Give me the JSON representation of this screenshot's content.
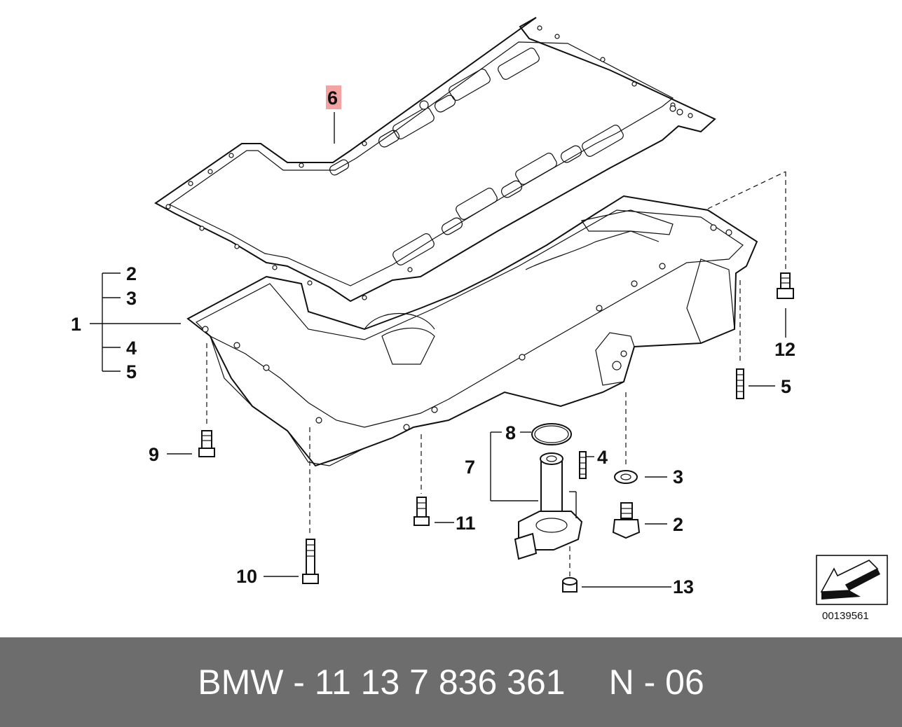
{
  "diagram": {
    "callouts": [
      {
        "id": "c1",
        "label": "1"
      },
      {
        "id": "c2a",
        "label": "2"
      },
      {
        "id": "c3a",
        "label": "3"
      },
      {
        "id": "c4a",
        "label": "4"
      },
      {
        "id": "c5a",
        "label": "5"
      },
      {
        "id": "c6",
        "label": "6",
        "highlighted": true
      },
      {
        "id": "c12",
        "label": "12"
      },
      {
        "id": "c5b",
        "label": "5"
      },
      {
        "id": "c9",
        "label": "9"
      },
      {
        "id": "c8",
        "label": "8"
      },
      {
        "id": "c7",
        "label": "7"
      },
      {
        "id": "c4b",
        "label": "4"
      },
      {
        "id": "c3b",
        "label": "3"
      },
      {
        "id": "c2b",
        "label": "2"
      },
      {
        "id": "c11",
        "label": "11"
      },
      {
        "id": "c10",
        "label": "10"
      },
      {
        "id": "c13",
        "label": "13"
      }
    ],
    "reference_number": "00139561",
    "highlight_color": "#f4a3a3"
  },
  "footer": {
    "brand_part": "BMW - 11 13 7 836 361",
    "code": "N - 06"
  }
}
